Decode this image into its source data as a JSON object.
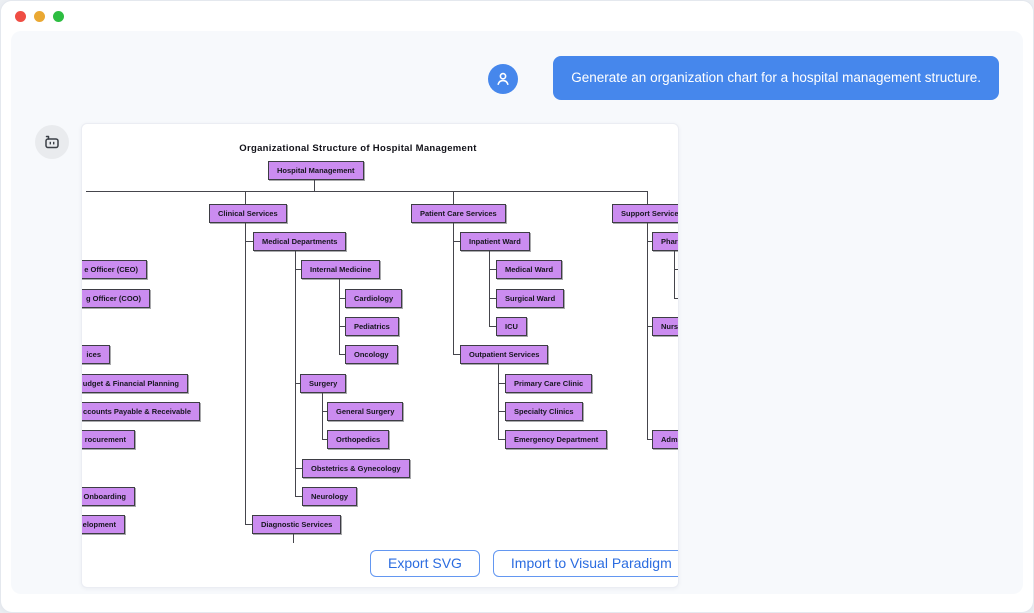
{
  "window": {
    "controls": [
      {
        "id": "close",
        "color": "#ef4d44"
      },
      {
        "id": "minimize",
        "color": "#eaa832"
      },
      {
        "id": "zoom",
        "color": "#2dbd41"
      }
    ]
  },
  "chat": {
    "user_message": "Generate an organization chart for a hospital management structure.",
    "user_avatar_icon": "person-icon",
    "assistant_avatar_icon": "robot-icon",
    "accent_blue": "#4687ec"
  },
  "org_chart": {
    "title": "Organizational Structure of Hospital Management",
    "node_fill": "#cb8cf0",
    "node_border": "#3d3d44",
    "connector_color": "#45454c",
    "nodes": [
      {
        "id": "hospital-management",
        "label": "Hospital Management"
      },
      {
        "id": "clinical-services",
        "label": "Clinical Services"
      },
      {
        "id": "patient-care-services",
        "label": "Patient Care Services"
      },
      {
        "id": "support-services",
        "label": "Support Services",
        "clip": "right"
      },
      {
        "id": "medical-departments",
        "label": "Medical Departments"
      },
      {
        "id": "internal-medicine",
        "label": "Internal Medicine"
      },
      {
        "id": "cardiology",
        "label": "Cardiology"
      },
      {
        "id": "pediatrics",
        "label": "Pediatrics"
      },
      {
        "id": "oncology",
        "label": "Oncology"
      },
      {
        "id": "surgery",
        "label": "Surgery"
      },
      {
        "id": "general-surgery",
        "label": "General Surgery"
      },
      {
        "id": "orthopedics",
        "label": "Orthopedics"
      },
      {
        "id": "obstetrics-gynecology",
        "label": "Obstetrics & Gynecology"
      },
      {
        "id": "neurology",
        "label": "Neurology"
      },
      {
        "id": "diagnostic-services",
        "label": "Diagnostic Services"
      },
      {
        "id": "inpatient-ward",
        "label": "Inpatient Ward"
      },
      {
        "id": "medical-ward",
        "label": "Medical Ward"
      },
      {
        "id": "surgical-ward",
        "label": "Surgical Ward"
      },
      {
        "id": "icu",
        "label": "ICU"
      },
      {
        "id": "outpatient-services",
        "label": "Outpatient Services"
      },
      {
        "id": "primary-care-clinic",
        "label": "Primary Care Clinic"
      },
      {
        "id": "specialty-clinics",
        "label": "Specialty Clinics"
      },
      {
        "id": "emergency-department",
        "label": "Emergency Department"
      },
      {
        "id": "pharmacy-clipped",
        "label": "Pharm",
        "clip": "right"
      },
      {
        "id": "nursing-clipped",
        "label": "Nursin",
        "clip": "right"
      },
      {
        "id": "administration-clipped",
        "label": "Admin",
        "clip": "right"
      },
      {
        "id": "ceo-clipped",
        "label": "e Officer (CEO)",
        "clip": "left"
      },
      {
        "id": "coo-clipped",
        "label": "g Officer (COO)",
        "clip": "left"
      },
      {
        "id": "services-clipped",
        "label": "ices",
        "clip": "left"
      },
      {
        "id": "budget-financial-planning-clipped",
        "label": "udget & Financial Planning",
        "clip": "left"
      },
      {
        "id": "accounts-payable-receivable-clipped",
        "label": "ccounts Payable & Receivable",
        "clip": "left"
      },
      {
        "id": "procurement-clipped",
        "label": "rocurement",
        "clip": "left"
      },
      {
        "id": "onboarding-clipped",
        "label": "Onboarding",
        "clip": "left"
      },
      {
        "id": "development-clipped",
        "label": "elopment",
        "clip": "left"
      }
    ]
  },
  "actions": {
    "export_label": "Export SVG",
    "import_label": "Import to Visual Paradigm"
  }
}
